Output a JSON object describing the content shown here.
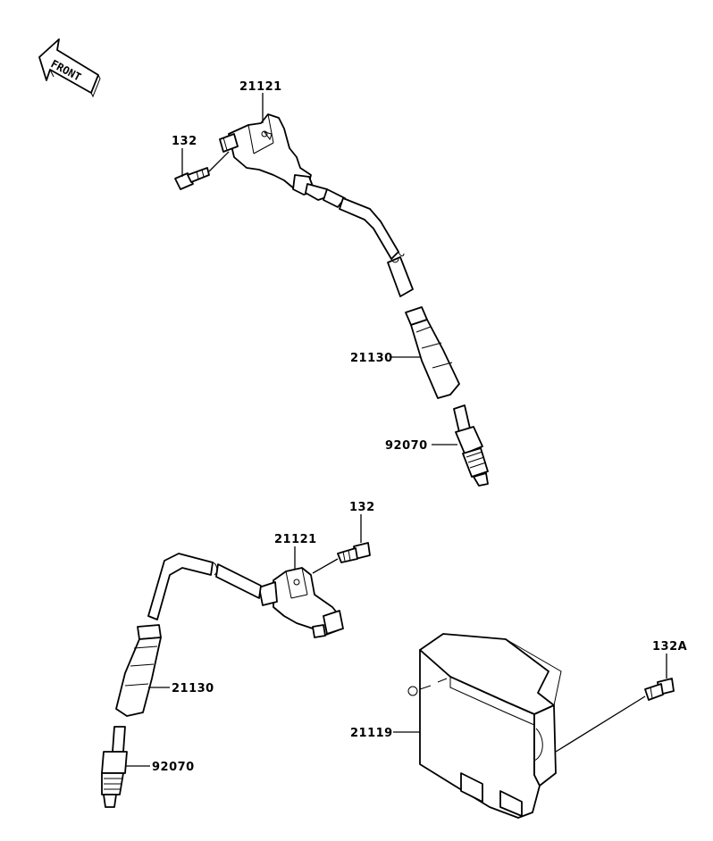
{
  "front_arrow": {
    "label": "FRONT"
  },
  "callouts": {
    "ignition_coil_upper": "21121",
    "bolt_upper": "132",
    "plug_cap_upper": "21130",
    "spark_plug_upper": "92070",
    "bolt_lower": "132",
    "ignition_coil_lower": "21121",
    "plug_cap_lower": "21130",
    "spark_plug_lower": "92070",
    "igniter_unit": "21119",
    "bolt_igniter": "132A"
  }
}
